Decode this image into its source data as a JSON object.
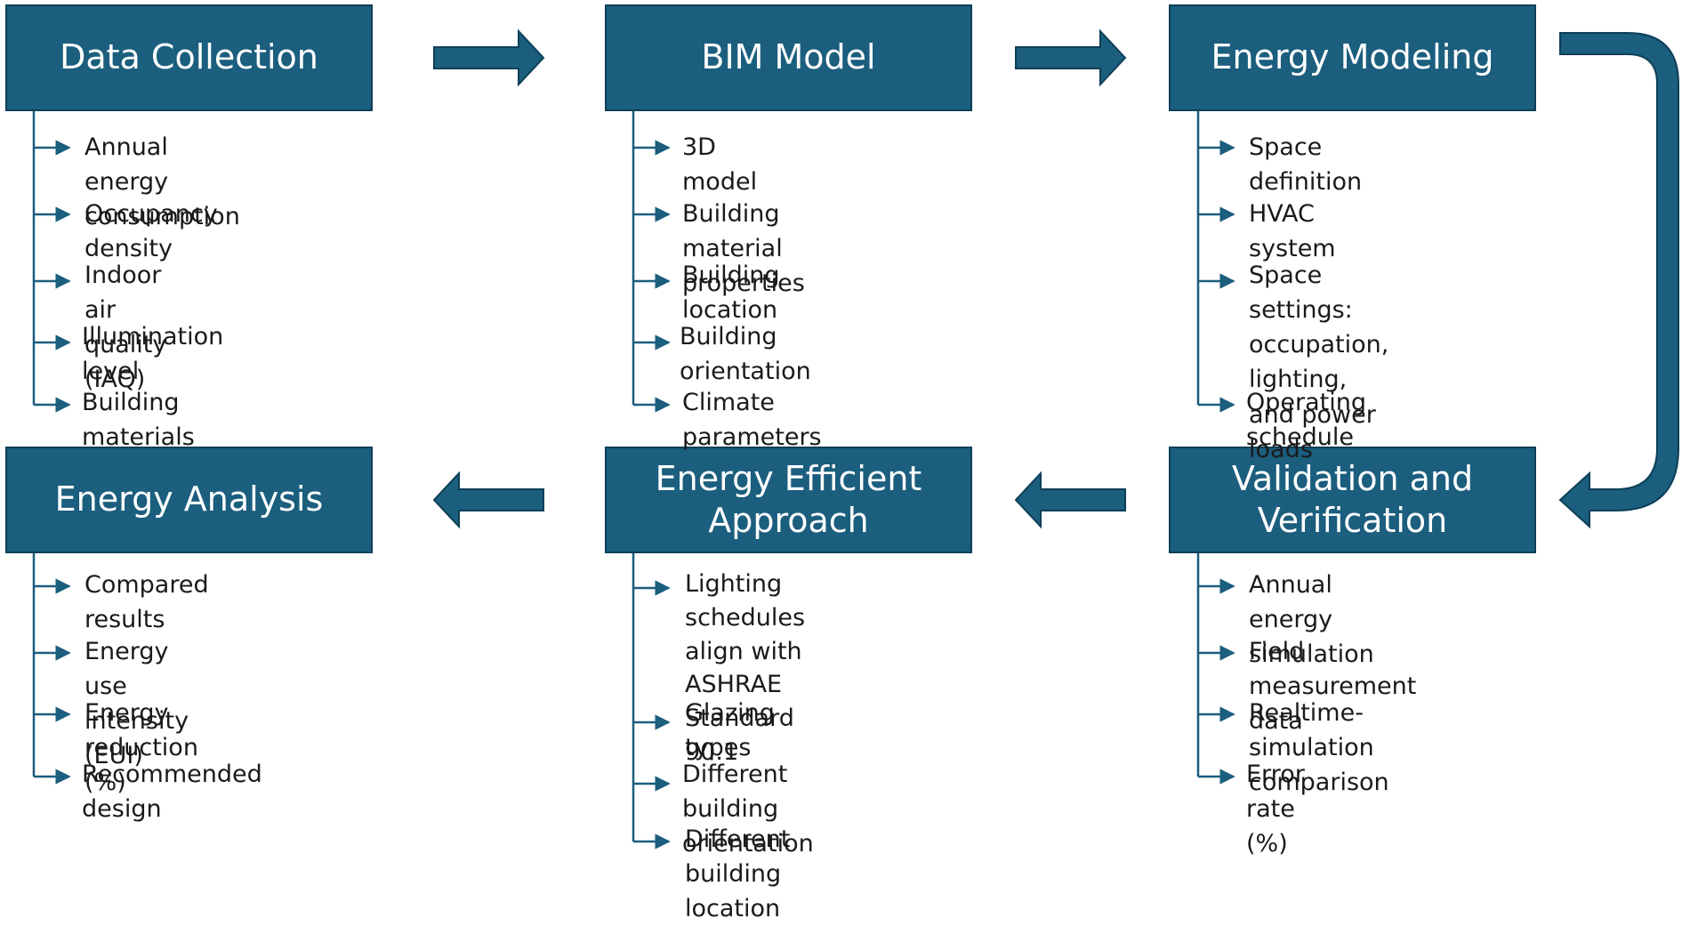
{
  "colors": {
    "box_fill": "#1b5e7e",
    "box_border": "#0e3f58",
    "connector": "#1b5e7e",
    "text": "#1a1a1a"
  },
  "stages": [
    {
      "title": "Data Collection",
      "items": [
        "Annual energy consumption",
        "Occupancy density",
        "Indoor air quality (IAQ)",
        "Illumination level",
        "Building materials"
      ]
    },
    {
      "title": "BIM Model",
      "items": [
        "3D model",
        "Building material properties",
        "Building location",
        "Building orientation",
        "Climate parameters"
      ]
    },
    {
      "title": "Energy Modeling",
      "items": [
        "Space definition",
        "HVAC system",
        "Space settings:\noccupation,  lighting,\nand power loads",
        "Operating schedule"
      ]
    },
    {
      "title": "Validation and\nVerification",
      "items": [
        "Annual energy simulation",
        "Field measurement data",
        "Realtime-simulation comparison",
        "Error rate (%)"
      ]
    },
    {
      "title": "Energy Efficient\nApproach",
      "items": [
        "Lighting schedules\nalign with ASHRAE\nStandard 90.1",
        "Glazing types",
        "Different building orientation",
        "Different building location"
      ]
    },
    {
      "title": "Energy Analysis",
      "items": [
        "Compared results",
        "Energy use intensity (EUI)",
        "Energy reduction (%)",
        "Recommended design"
      ]
    }
  ],
  "flow_arrows": [
    {
      "from": "Data Collection",
      "to": "BIM Model",
      "icon": "right-arrow-icon"
    },
    {
      "from": "BIM Model",
      "to": "Energy Modeling",
      "icon": "right-arrow-icon"
    },
    {
      "from": "Energy Modeling",
      "to": "Validation and Verification",
      "icon": "curved-down-arrow-icon"
    },
    {
      "from": "Validation and Verification",
      "to": "Energy Efficient Approach",
      "icon": "left-arrow-icon"
    },
    {
      "from": "Energy Efficient Approach",
      "to": "Energy Analysis",
      "icon": "left-arrow-icon"
    }
  ]
}
